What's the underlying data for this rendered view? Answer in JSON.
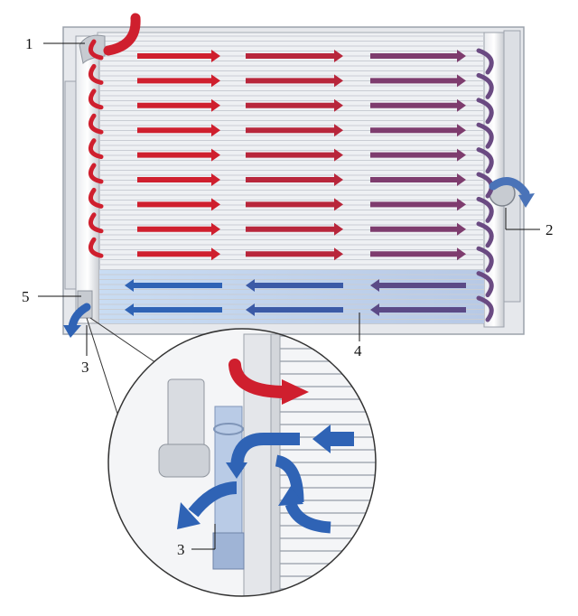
{
  "colors": {
    "hot": "#cf1f2e",
    "hot_dark": "#8e2b48",
    "mid": "#7e3c6e",
    "cool": "#2f63b5",
    "cool_dark": "#5b4a86",
    "fin": "#d9dde3",
    "frame": "#c4c8cf",
    "cool_band": "#bcd2ee"
  },
  "icons": {
    "hot_arrow": "right-arrow",
    "cool_arrow": "left-arrow",
    "turn_arrow": "curved-arrow"
  },
  "callouts": [
    {
      "id": "1",
      "text": "1"
    },
    {
      "id": "2",
      "text": "2"
    },
    {
      "id": "3",
      "text": "3"
    },
    {
      "id": "4",
      "text": "4"
    },
    {
      "id": "5",
      "text": "5"
    },
    {
      "id": "3-detail",
      "text": "3"
    }
  ]
}
